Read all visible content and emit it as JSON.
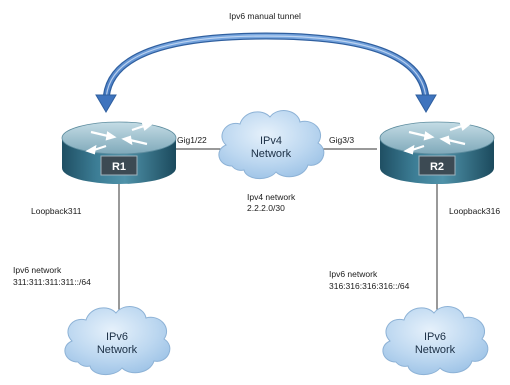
{
  "tunnel": {
    "label": "Ipv6 manual tunnel"
  },
  "routers": {
    "r1": {
      "name": "R1",
      "interface": "Gig1/22",
      "loopback": "Loopback311"
    },
    "r2": {
      "name": "R2",
      "interface": "Gig3/3",
      "loopback": "Loopback316"
    }
  },
  "ipv4_cloud": {
    "line1": "IPv4",
    "line2": "Network",
    "network_label": "Ipv4 network",
    "network_address": "2.2.2.0/30"
  },
  "left_ipv6": {
    "network_label": "Ipv6 network",
    "prefix": "311:311:311:311::/64",
    "cloud_line1": "IPv6",
    "cloud_line2": "Network"
  },
  "right_ipv6": {
    "network_label": "Ipv6 network",
    "prefix": "316:316:316:316::/64",
    "cloud_line1": "IPv6",
    "cloud_line2": "Network"
  },
  "colors": {
    "tunnel_arrow": "#4a7fc8",
    "cloud_fill": "#bcd7f0",
    "router_body": "#2f6f86",
    "router_top": "#8cb8c8",
    "link": "#333333"
  },
  "icons": {
    "router": "router-icon",
    "cloud": "cloud-icon",
    "tunnel": "curved-arrow-icon"
  }
}
